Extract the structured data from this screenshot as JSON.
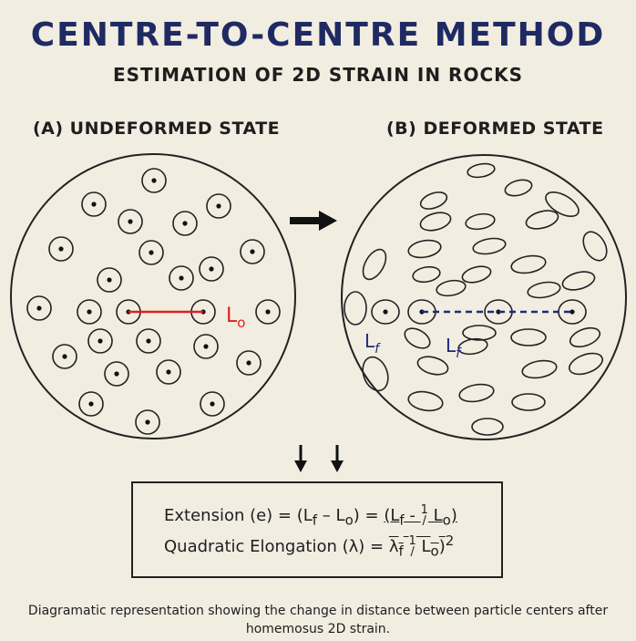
{
  "title": "CENTRE-TO-CENTRE METHOD",
  "subtitle": "ESTIMATION OF 2D STRAIN IN ROCKS",
  "panel_a": {
    "label": "(A) UNDEFORMED STATE",
    "length_label": "L",
    "length_subscript": "o"
  },
  "panel_b": {
    "label": "(B) DEFORMED STATE",
    "length_label_1": "L",
    "length_subscript_1": "f",
    "length_label_2": "L",
    "length_subscript_2": "f"
  },
  "equations": {
    "extension": "Extension (e) = (Lf – Lo) = (Lf - 1/f Lo)",
    "quadratic": "Quadratic Elongation (λ) = λf 1// Lo)²"
  },
  "caption_line1": "Diagramatic representation showing the change in distance between particle centers after",
  "caption_line2": "homemosus 2D strain.",
  "colors": {
    "title": "#1f2a63",
    "undeformed_line": "#e02020",
    "deformed_line": "#1f2a7a",
    "background": "#f1ede1"
  }
}
